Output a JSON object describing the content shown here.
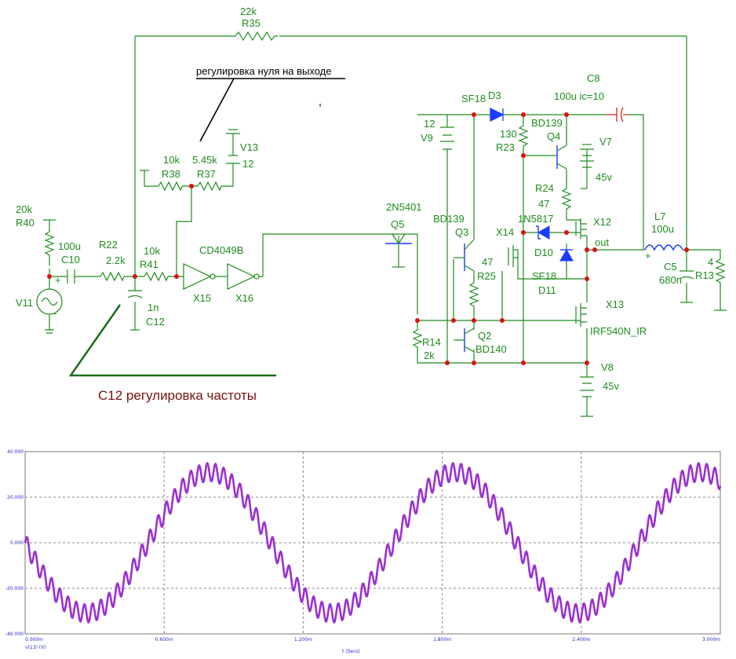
{
  "annotations": {
    "zero_adjust": "регулировка нуля на выходе",
    "freq_adjust": "C12 регулировка частоты"
  },
  "components": {
    "r35": {
      "value": "22k",
      "ref": "R35"
    },
    "r40": {
      "value": "20k",
      "ref": "R40"
    },
    "c10": {
      "value": "100u",
      "ref": "C10"
    },
    "v11": {
      "ref": "V11"
    },
    "r22": {
      "ref": "R22",
      "value": "2.2k"
    },
    "r41": {
      "value": "10k",
      "ref": "R41"
    },
    "c12": {
      "value": "1n",
      "ref": "C12"
    },
    "r38": {
      "value": "10k",
      "ref": "R38"
    },
    "r37": {
      "value": "5.45k",
      "ref": "R37"
    },
    "v13": {
      "ref": "V13",
      "value": "12"
    },
    "x15": {
      "ref": "X15"
    },
    "x16": {
      "ref": "X16"
    },
    "cd": {
      "label": "CD4049B"
    },
    "q5": {
      "type": "2N5401",
      "ref": "Q5"
    },
    "v9": {
      "value": "12",
      "ref": "V9"
    },
    "d3": {
      "type": "SF18",
      "ref": "D3"
    },
    "r23": {
      "value": "130",
      "ref": "R23"
    },
    "q4": {
      "type": "BD139",
      "ref": "Q4"
    },
    "c8": {
      "ref": "C8",
      "value": "100u ic=10"
    },
    "v7": {
      "ref": "V7",
      "value": "45v"
    },
    "r24": {
      "ref": "R24",
      "value": "47"
    },
    "d10": {
      "type": "1N5817",
      "ref": "D10"
    },
    "x12": {
      "ref": "X12"
    },
    "x14": {
      "ref": "X14"
    },
    "q3": {
      "type": "BD139",
      "ref": "Q3"
    },
    "r25": {
      "value": "47",
      "ref": "R25"
    },
    "d11": {
      "type": "SF18",
      "ref": "D11"
    },
    "out": {
      "label": "out"
    },
    "l7": {
      "ref": "L7",
      "value": "100u"
    },
    "c5": {
      "ref": "C5",
      "value": "680n"
    },
    "r13": {
      "value": "4",
      "ref": "R13"
    },
    "x13": {
      "ref": "X13",
      "type": "IRF540N_IR"
    },
    "r14": {
      "ref": "R14",
      "value": "2k"
    },
    "q2": {
      "ref": "Q2",
      "type": "BD140"
    },
    "v8": {
      "ref": "V8",
      "value": "45v"
    }
  },
  "chart_data": {
    "type": "line",
    "title": "",
    "xlabel": "t (Secs)",
    "ylabel": "",
    "xlim": [
      0,
      3.0
    ],
    "ylim": [
      -40,
      40
    ],
    "xticks": [
      "0.000m",
      "0.600m",
      "1.200m",
      "1.800m",
      "2.400m",
      "3.000m"
    ],
    "yticks": [
      "40.000",
      "20.000",
      "0.000",
      "-20.000",
      "-40.000"
    ],
    "grid": true,
    "series": [
      {
        "name": "v(13) (V)",
        "color": "#9b30d0",
        "x_unit": "ms",
        "amplitude": 31,
        "period_ms": 1.06,
        "phase_start": "descending from 0 at t=0",
        "ripple_amplitude": 4,
        "ripple_cycles_per_period": 30
      }
    ]
  }
}
